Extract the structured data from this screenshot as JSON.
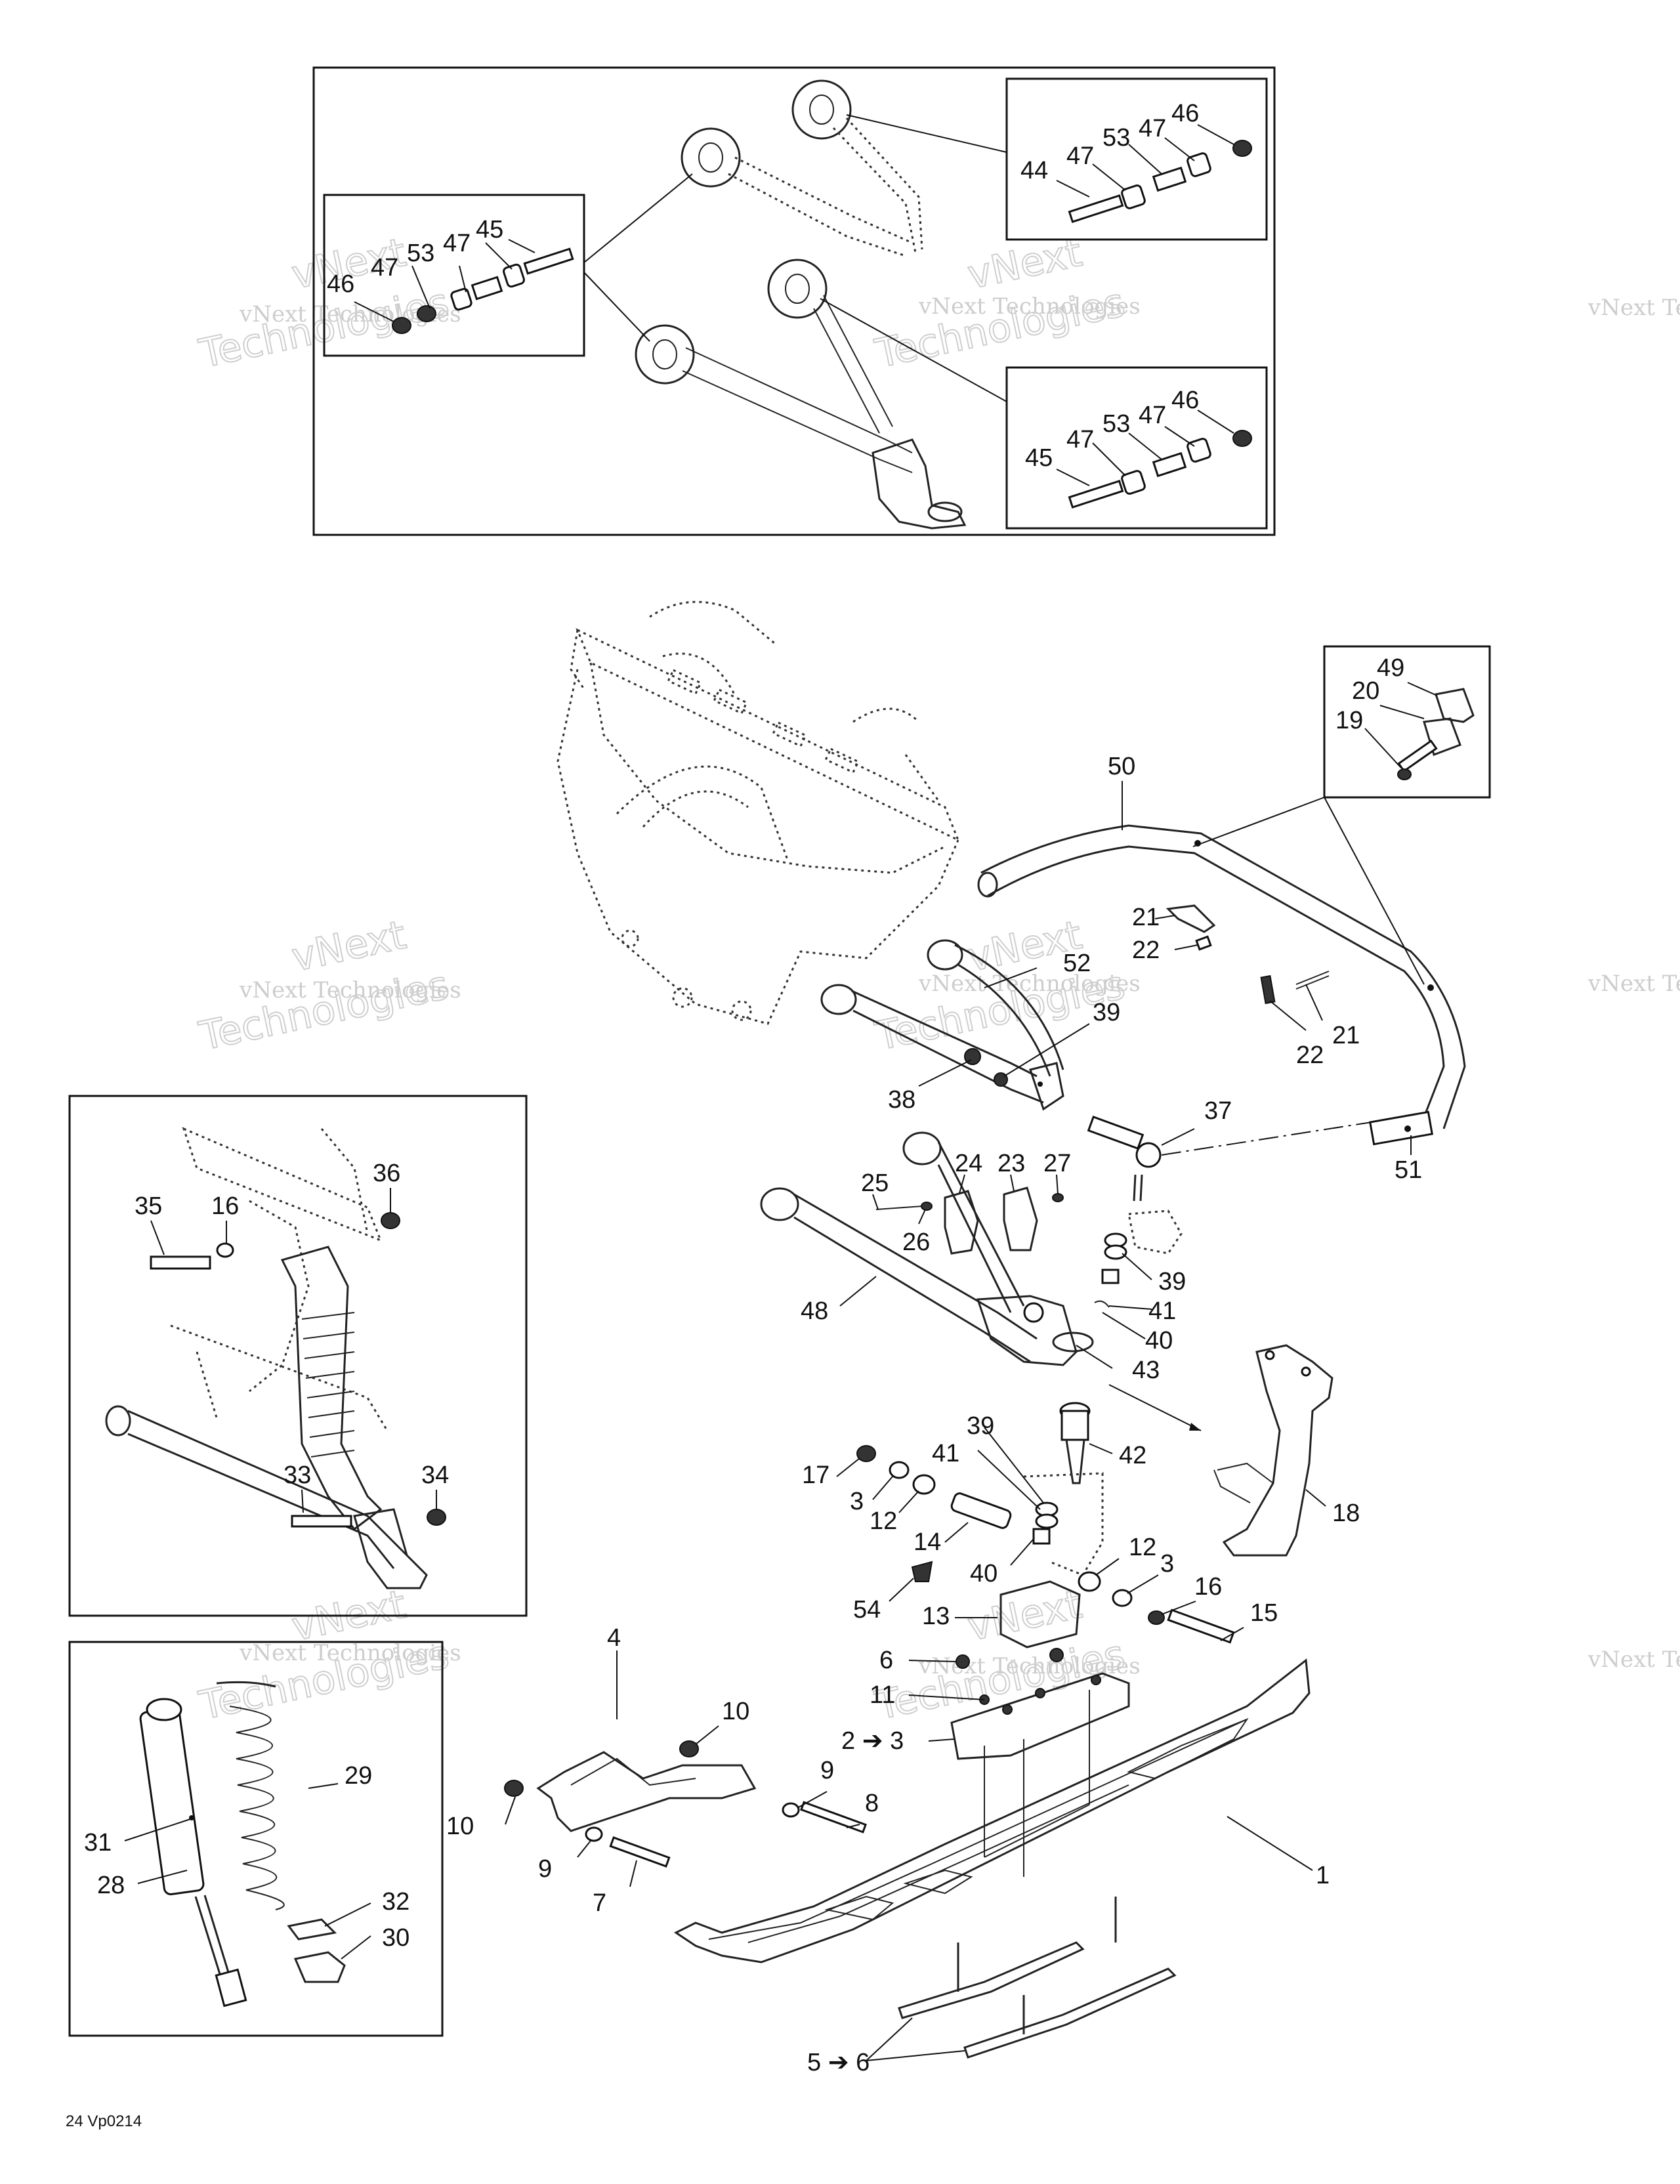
{
  "diagram_code": "24 Vp0214",
  "watermark": {
    "line1": "vNext Technologies",
    "big1": "vNext",
    "big2": "Technologies"
  },
  "labels": {
    "p1": "1",
    "p2_3": "2 ➔ 3",
    "p4": "4",
    "p5_6": "5 ➔ 6",
    "p6": "6",
    "p7": "7",
    "p8": "8",
    "p9": "9",
    "p10": "10",
    "p11": "11",
    "p12": "12",
    "p13": "13",
    "p14": "14",
    "p15": "15",
    "p16": "16",
    "p17": "17",
    "p18": "18",
    "p19": "19",
    "p20": "20",
    "p21": "21",
    "p22": "22",
    "p23": "23",
    "p24": "24",
    "p25": "25",
    "p26": "26",
    "p27": "27",
    "p28": "28",
    "p29": "29",
    "p30": "30",
    "p31": "31",
    "p32": "32",
    "p33": "33",
    "p34": "34",
    "p35": "35",
    "p36": "36",
    "p37": "37",
    "p38": "38",
    "p39": "39",
    "p40": "40",
    "p41": "41",
    "p42": "42",
    "p43": "43",
    "p44": "44",
    "p45": "45",
    "p46": "46",
    "p47": "47",
    "p48": "48",
    "p49": "49",
    "p50": "50",
    "p51": "51",
    "p52": "52",
    "p53": "53",
    "p54": "54",
    "p3": "3"
  }
}
